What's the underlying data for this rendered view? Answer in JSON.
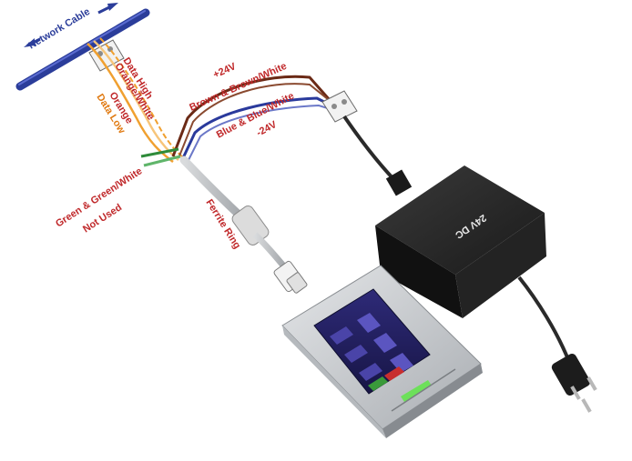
{
  "labels": {
    "network_cable": "Network Cable",
    "data_high": "Data High",
    "data_high_color": "Orange/White",
    "orange": "Orange",
    "data_low": "Data Low",
    "plus_24v": "+24V",
    "brown_pair": "Brown & Brown/White",
    "blue_pair": "Blue & Blue/White",
    "minus_24v": "-24V",
    "green_pair": "Green & Green/White",
    "not_used": "Not Used",
    "ferrite_ring": "Ferrite Ring",
    "psu": "24V DC"
  },
  "colors": {
    "label_red": "#c0282a",
    "label_orange": "#e07a12",
    "network_blue": "#2b3d9a",
    "wire_brown": "#6b2a16",
    "wire_blue": "#2a3a9c",
    "wire_green": "#2e8b3a",
    "wire_orange": "#f0a030",
    "psu_body": "#1f1f1f"
  },
  "icons": {
    "power_adapter": "power-supply-icon",
    "plug": "au-plug-icon",
    "panel": "touch-panel-icon",
    "connector": "rj45-connector-icon"
  }
}
